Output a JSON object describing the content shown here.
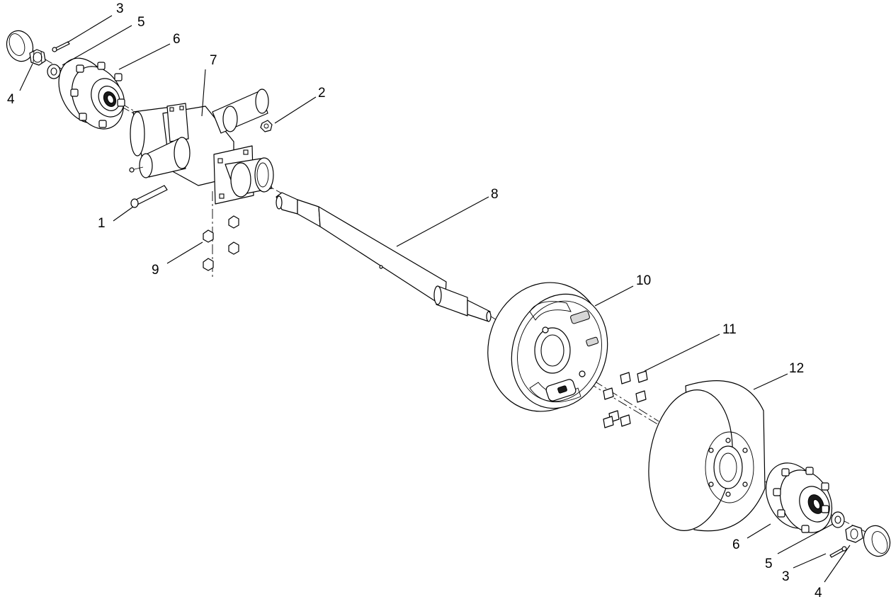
{
  "callouts": [
    {
      "id": "c3a",
      "label": "3"
    },
    {
      "id": "c5a",
      "label": "5"
    },
    {
      "id": "c6a",
      "label": "6"
    },
    {
      "id": "c7",
      "label": "7"
    },
    {
      "id": "c4a",
      "label": "4"
    },
    {
      "id": "c2",
      "label": "2"
    },
    {
      "id": "c8",
      "label": "8"
    },
    {
      "id": "c1",
      "label": "1"
    },
    {
      "id": "c9",
      "label": "9"
    },
    {
      "id": "c10",
      "label": "10"
    },
    {
      "id": "c11",
      "label": "11"
    },
    {
      "id": "c12",
      "label": "12"
    },
    {
      "id": "c6b",
      "label": "6"
    },
    {
      "id": "c5b",
      "label": "5"
    },
    {
      "id": "c3b",
      "label": "3"
    },
    {
      "id": "c4b",
      "label": "4"
    }
  ]
}
